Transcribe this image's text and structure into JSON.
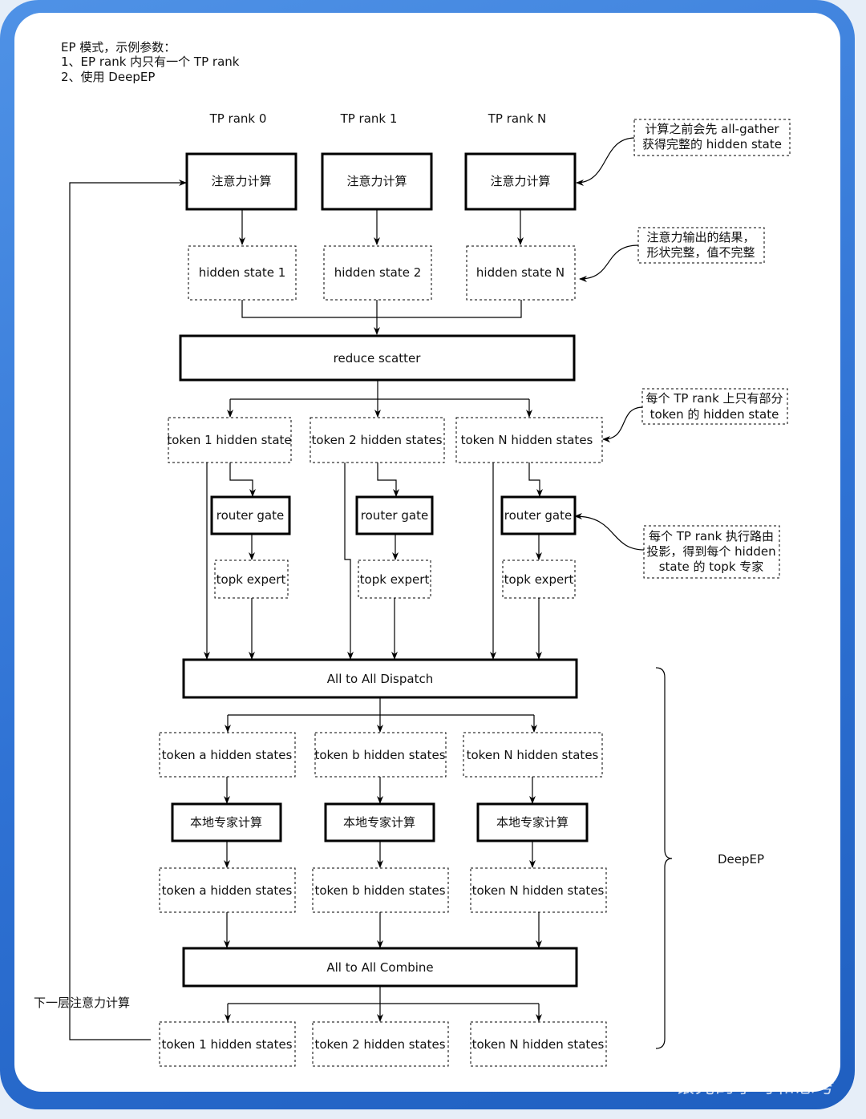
{
  "header": {
    "line1": "EP 模式，示例参数：",
    "line2": "1、EP rank 内只有一个 TP rank",
    "line3": "2、使用 DeepEP"
  },
  "columns": {
    "rank0": "TP rank 0",
    "rank1": "TP rank 1",
    "rankN": "TP rank N"
  },
  "nodes": {
    "attn0": "注意力计算",
    "attn1": "注意力计算",
    "attnN": "注意力计算",
    "hs1": "hidden state 1",
    "hs2": "hidden state 2",
    "hsN": "hidden state N",
    "reduce": "reduce scatter",
    "tok1": "token 1 hidden state",
    "tok2": "token 2 hidden states",
    "tokN": "token N hidden states",
    "gate0": "router gate",
    "gate1": "router gate",
    "gateN": "router gate",
    "topk0": "topk expert",
    "topk1": "topk expert",
    "topkN": "topk expert",
    "dispatch": "All to All Dispatch",
    "tokA": "token a hidden states",
    "tokB": "token b hidden states",
    "tokN2": "token N hidden states",
    "exp0": "本地专家计算",
    "exp1": "本地专家计算",
    "expN": "本地专家计算",
    "tokA2": "token a hidden states",
    "tokB2": "token b hidden states",
    "tokN3": "token N hidden states",
    "combine": "All to All Combine",
    "out1": "token 1 hidden states",
    "out2": "token 2 hidden states",
    "outN": "token N hidden states"
  },
  "notes": {
    "allgather": [
      "计算之前会先 all-gather",
      "获得完整的 hidden state"
    ],
    "attnOut": [
      "注意力输出的结果，",
      "形状完整，值不完整"
    ],
    "partial": [
      "每个 TP rank 上只有部分",
      "token 的 hidden state"
    ],
    "routing": [
      "每个 TP rank 执行路由",
      "投影，得到每个 hidden",
      "state 的 topk 专家"
    ]
  },
  "bracket_label": "DeepEP",
  "next_layer": "下一层注意力计算",
  "watermark": "银光的学习和思考",
  "colors": {
    "frame": "#2f72d4",
    "card": "#ffffff",
    "line": "#000000"
  }
}
